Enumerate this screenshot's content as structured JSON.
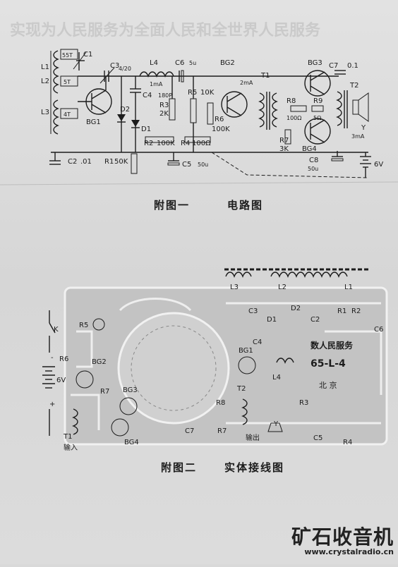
{
  "watermark": "实现为人民服务为全面人民和全世界人民服务",
  "figure1": {
    "caption_no": "附图一",
    "caption_title": "电路图",
    "labels": {
      "L1": "L1",
      "L2": "L2",
      "L3": "L3",
      "t55": "55T",
      "t5": "5T",
      "t4": "4T",
      "C1": "C1",
      "C3": "C3",
      "C3v": "4/20",
      "L4": "L4",
      "C4": "C4",
      "C4v": "180P",
      "BG1": "BG1",
      "D2": "D2",
      "D1": "D1",
      "R3": "R3",
      "R3v": "2K",
      "R2": "R2",
      "R2v": "100K",
      "R1": "R1",
      "R1v": "50K",
      "C2": "C2",
      "C2v": ".01",
      "C6": "C6",
      "C6v": "5u",
      "ma1": "1mA",
      "R5": "R5",
      "R5v": "10K",
      "R6": "R6",
      "R6v": "100K",
      "R4": "R4",
      "R4v": "100Ω",
      "C5": "C5",
      "C5v": "50u",
      "BG2": "BG2",
      "ma2": "2mA",
      "T1": "T1",
      "R8": "R8",
      "R8v": "100Ω",
      "R9": "R9",
      "R9v": "5Ω",
      "R7": "R7",
      "R7v": "3K",
      "BG3": "BG3",
      "BG4": "BG4",
      "C7": "C7",
      "C7v": "0.1",
      "T2": "T2",
      "Y": "Y",
      "ma3": "3mA",
      "C8": "C8",
      "C8v": "50u",
      "bat": "6V"
    }
  },
  "figure2": {
    "caption_no": "附图二",
    "caption_title": "实体接线图",
    "labels": {
      "L3": "L3",
      "L2": "L2",
      "L1": "L1",
      "K": "K",
      "R5": "R5",
      "R6": "R6",
      "BG2": "BG2",
      "bat": "6V",
      "R1": "R1",
      "R2": "R2",
      "C3": "C3",
      "C2": "C2",
      "D1": "D1",
      "D2": "D2",
      "C4": "C4",
      "C5": "C5",
      "C6": "C6",
      "C7": "C7",
      "BG1": "BG1",
      "L4": "L4",
      "BG3": "BG3",
      "BG4": "BG4",
      "R7": "R7",
      "R8": "R8",
      "R3": "R3",
      "R4": "R4",
      "T1": "T1",
      "T2": "T2",
      "Y": "Y",
      "input": "输入",
      "output": "输出",
      "board_text": "数人民服务",
      "model": "65-L-4",
      "city": "北 京"
    }
  },
  "branding": {
    "name": "矿石收音机",
    "url": "www.crystalradio.cn"
  }
}
